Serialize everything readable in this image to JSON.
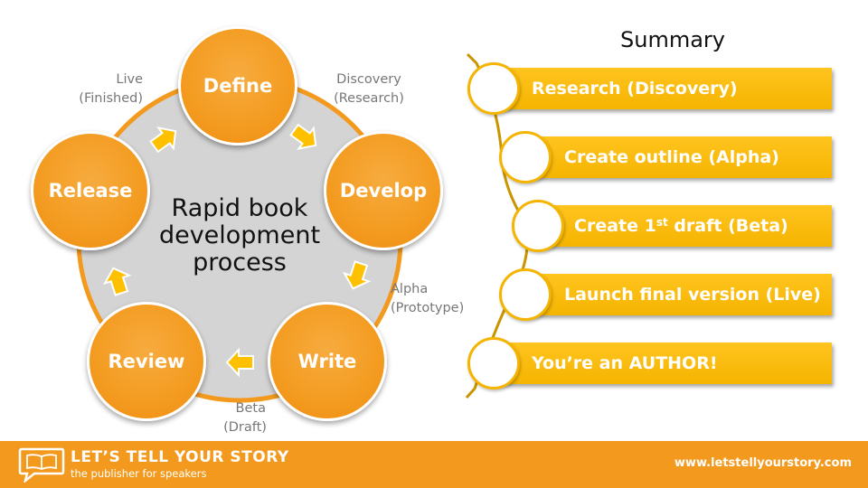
{
  "diagram": {
    "center_lines": [
      "Rapid book",
      "development",
      "process"
    ],
    "steps": [
      "Define",
      "Develop",
      "Write",
      "Review",
      "Release"
    ],
    "phases": {
      "discovery": [
        "Discovery",
        "(Research)"
      ],
      "alpha": [
        "Alpha",
        "(Prototype)"
      ],
      "beta": [
        "Beta",
        "(Draft)"
      ],
      "live": [
        "Live",
        "(Finished)"
      ]
    },
    "colors": {
      "step_fill": "#f39a1e",
      "ring": "#f39a1e",
      "disc": "#d4d4d4",
      "arrow": "#ffc000"
    }
  },
  "summary": {
    "title": "Summary",
    "items": [
      {
        "text": "Research (Discovery)"
      },
      {
        "text": "Create outline (Alpha)"
      },
      {
        "pre": "Create 1",
        "sup": "st",
        "post": " draft (Beta)"
      },
      {
        "text": "Launch final version (Live)"
      },
      {
        "text": "You’re an AUTHOR!"
      }
    ],
    "colors": {
      "bar": "#f5b400",
      "line": "#c89500"
    }
  },
  "footer": {
    "name": "LET’S TELL YOUR STORY",
    "tagline": "the publisher for speakers",
    "url": "www.letstellyourstory.com",
    "logo_icon": "speech-bubble-book-icon",
    "color": "#f39a1e"
  }
}
